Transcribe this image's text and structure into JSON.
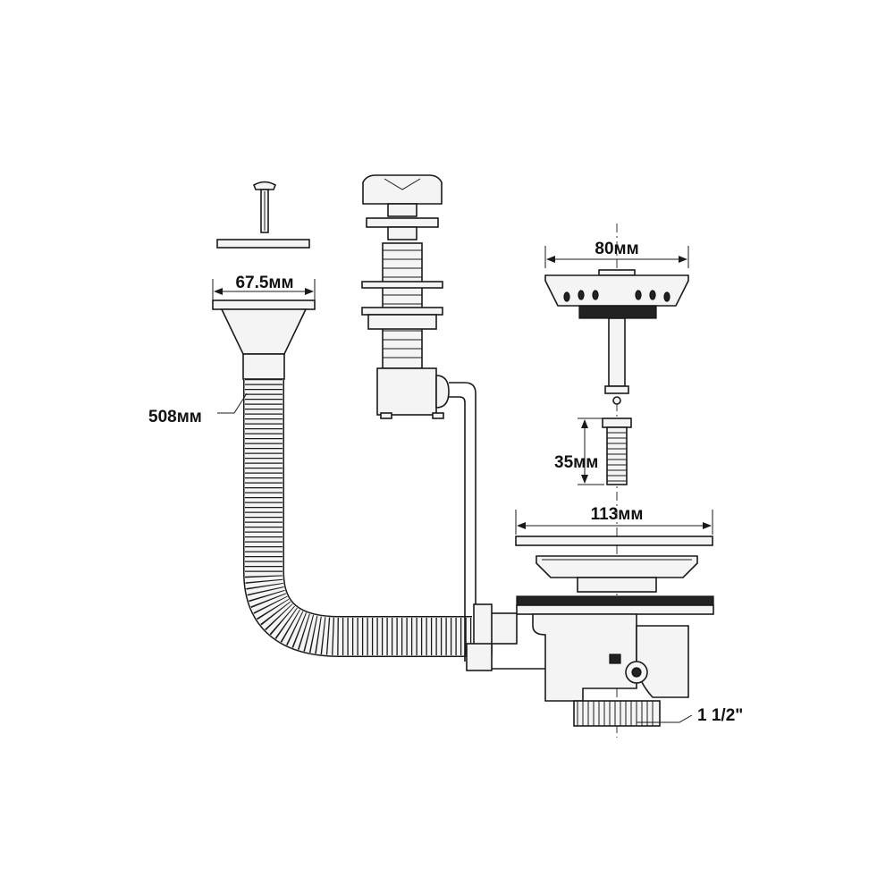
{
  "labels": {
    "overflow_diameter": "67.5мм",
    "hose_length": "508мм",
    "strainer_diameter": "80мм",
    "spindle_length": "35мм",
    "flange_diameter": "113мм",
    "outlet_thread": "1 1/2\""
  }
}
